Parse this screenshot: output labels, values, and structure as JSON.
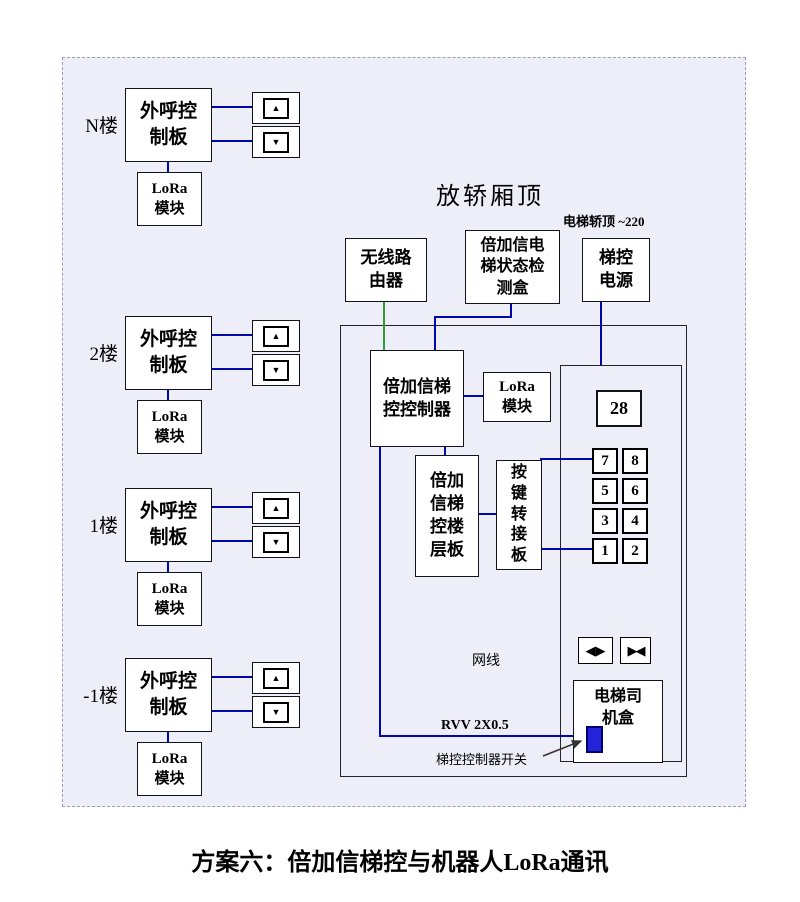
{
  "title": "方案六：倍加信梯控与机器人LoRa通讯",
  "icons": {
    "up": "▲",
    "down": "▼",
    "door_open": "◀▶",
    "door_close": "▶◀"
  },
  "floors": [
    {
      "label": "N楼",
      "board": [
        "外呼控",
        "制板"
      ],
      "lora": [
        "LoRa",
        "模块"
      ]
    },
    {
      "label": "2楼",
      "board": [
        "外呼控",
        "制板"
      ],
      "lora": [
        "LoRa",
        "模块"
      ]
    },
    {
      "label": "1楼",
      "board": [
        "外呼控",
        "制板"
      ],
      "lora": [
        "LoRa",
        "模块"
      ]
    },
    {
      "label": "-1楼",
      "board": [
        "外呼控",
        "制板"
      ],
      "lora": [
        "LoRa",
        "模块"
      ]
    }
  ],
  "car_top": {
    "area_label": "放轿厢顶",
    "power_note": "电梯轿顶 ~220",
    "router": [
      "无线路",
      "由器"
    ],
    "detector": [
      "倍加信电",
      "梯状态检",
      "测盒"
    ],
    "power": [
      "梯控",
      "电源"
    ],
    "controller": [
      "倍加信梯",
      "控控制器"
    ],
    "lora": [
      "LoRa",
      "模块"
    ],
    "floor_board": [
      "倍加",
      "信梯",
      "控楼",
      "层板"
    ],
    "key_adapter": [
      "按",
      "键",
      "转",
      "接",
      "板"
    ],
    "display": "28",
    "buttons": [
      "7",
      "8",
      "5",
      "6",
      "3",
      "4",
      "1",
      "2"
    ],
    "driver_box": [
      "电梯司",
      "机盒"
    ],
    "net_label": "网线",
    "rvv_label": "RVV 2X0.5",
    "switch_label": "梯控控制器开关"
  }
}
